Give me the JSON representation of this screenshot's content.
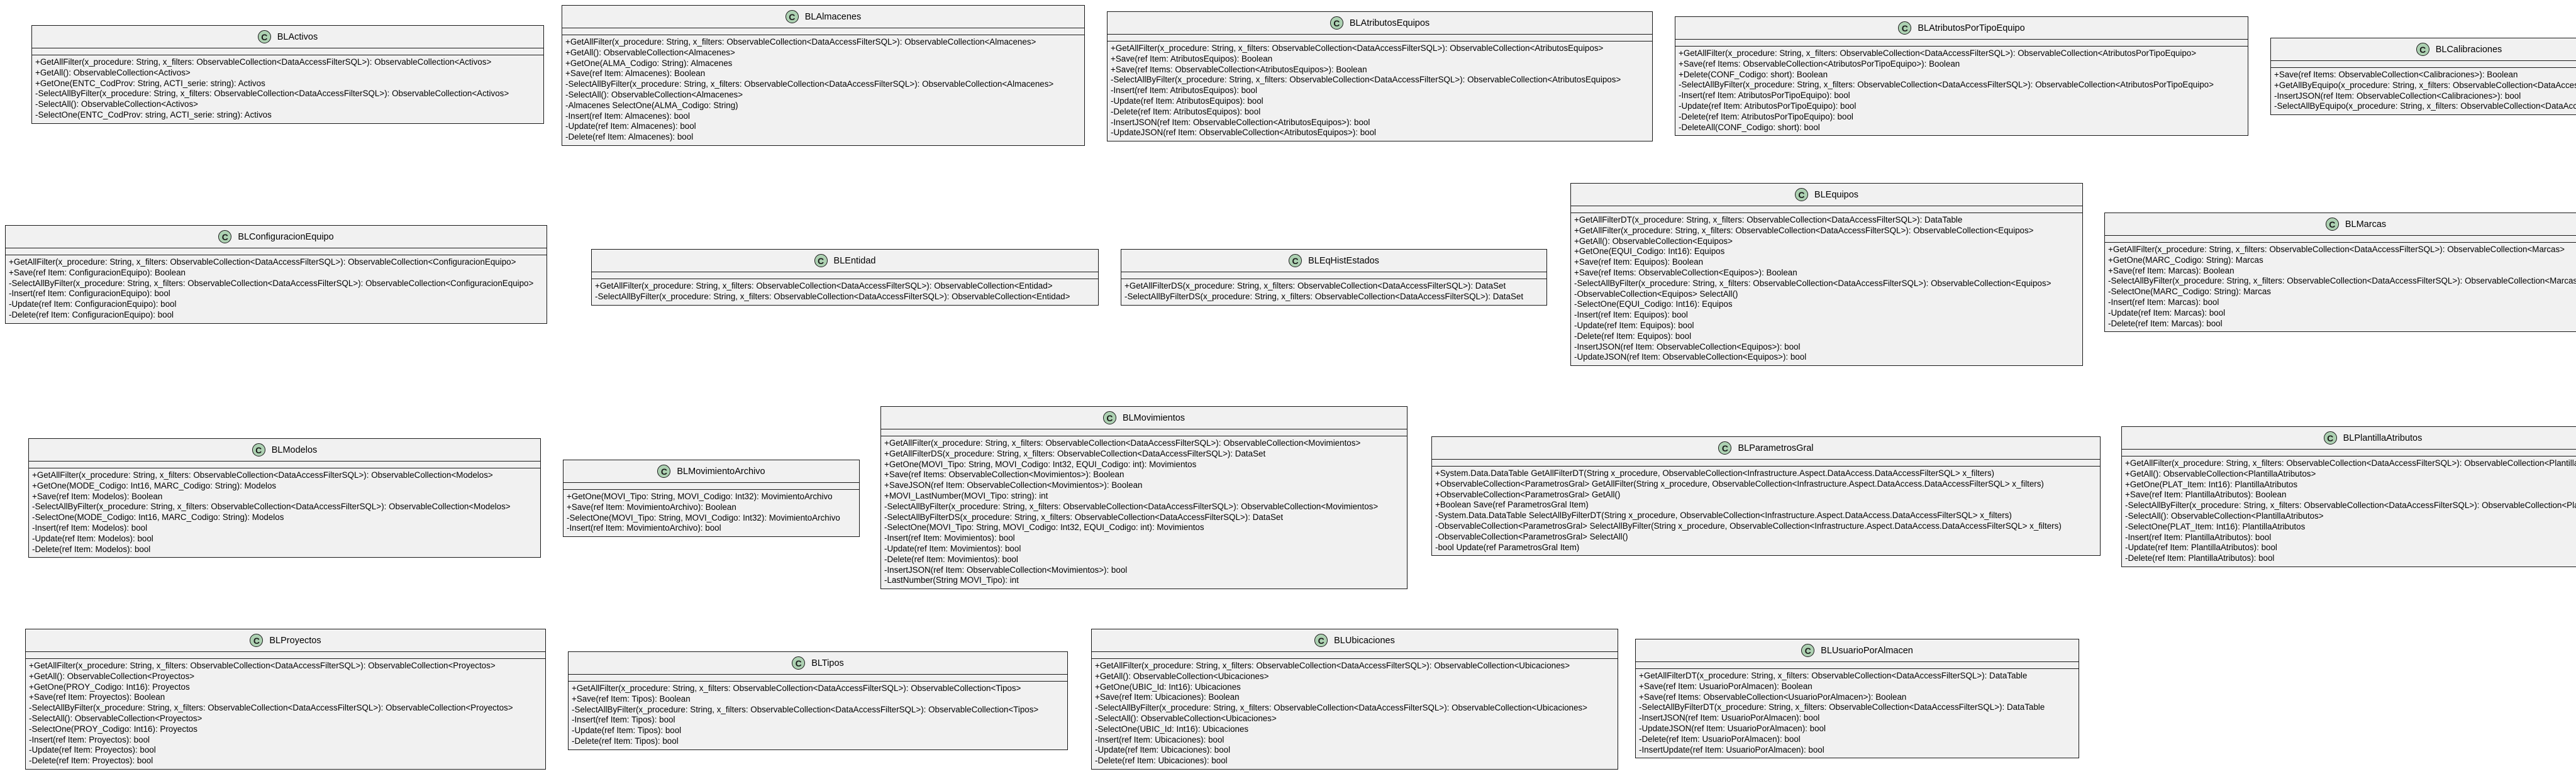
{
  "classes": [
    {
      "name": "BLActivos",
      "methods": [
        "+GetAllFilter(x_procedure: String, x_filters: ObservableCollection<DataAccessFilterSQL>): ObservableCollection<Activos>",
        "+GetAll(): ObservableCollection<Activos>",
        "+GetOne(ENTC_CodProv: String, ACTI_serie: string): Activos",
        "-SelectAllByFilter(x_procedure: String, x_filters: ObservableCollection<DataAccessFilterSQL>): ObservableCollection<Activos>",
        "-SelectAll(): ObservableCollection<Activos>",
        "-SelectOne(ENTC_CodProv: string, ACTI_serie: string): Activos"
      ]
    },
    {
      "name": "BLAlmacenes",
      "methods": [
        "+GetAllFilter(x_procedure: String, x_filters: ObservableCollection<DataAccessFilterSQL>): ObservableCollection<Almacenes>",
        "+GetAll(): ObservableCollection<Almacenes>",
        "+GetOne(ALMA_Codigo: String): Almacenes",
        "+Save(ref Item: Almacenes): Boolean",
        "-SelectAllByFilter(x_procedure: String, x_filters: ObservableCollection<DataAccessFilterSQL>): ObservableCollection<Almacenes>",
        "-SelectAll(): ObservableCollection<Almacenes>",
        "-Almacenes SelectOne(ALMA_Codigo: String)",
        "-Insert(ref Item: Almacenes): bool",
        "-Update(ref Item: Almacenes): bool",
        "-Delete(ref Item: Almacenes): bool"
      ]
    },
    {
      "name": "BLAtributosEquipos",
      "methods": [
        "+GetAllFilter(x_procedure: String, x_filters: ObservableCollection<DataAccessFilterSQL>): ObservableCollection<AtributosEquipos>",
        "+Save(ref Item: AtributosEquipos): Boolean",
        "+Save(ref Items: ObservableCollection<AtributosEquipos>): Boolean",
        "-SelectAllByFilter(x_procedure: String, x_filters: ObservableCollection<DataAccessFilterSQL>): ObservableCollection<AtributosEquipos>",
        "-Insert(ref Item: AtributosEquipos): bool",
        "-Update(ref Item: AtributosEquipos): bool",
        "-Delete(ref Item: AtributosEquipos): bool",
        "-InsertJSON(ref Item: ObservableCollection<AtributosEquipos>): bool",
        "-UpdateJSON(ref Item: ObservableCollection<AtributosEquipos>): bool"
      ]
    },
    {
      "name": "BLAtributosPorTipoEquipo",
      "methods": [
        "+GetAllFilter(x_procedure: String, x_filters: ObservableCollection<DataAccessFilterSQL>): ObservableCollection<AtributosPorTipoEquipo>",
        "+Save(ref Items: ObservableCollection<AtributosPorTipoEquipo>): Boolean",
        "+Delete(CONF_Codigo: short): Boolean",
        "-SelectAllByFilter(x_procedure: String, x_filters: ObservableCollection<DataAccessFilterSQL>): ObservableCollection<AtributosPorTipoEquipo>",
        "-Insert(ref Item: AtributosPorTipoEquipo): bool",
        "-Update(ref Item: AtributosPorTipoEquipo): bool",
        "-Delete(ref Item: AtributosPorTipoEquipo): bool",
        "-DeleteAll(CONF_Codigo: short): bool"
      ]
    },
    {
      "name": "BLCalibraciones",
      "methods": [
        "+Save(ref Items: ObservableCollection<Calibraciones>): Boolean",
        "+GetAllByEquipo(x_procedure: String, x_filters: ObservableCollection<DataAccessFilterSQL>): ObservableCollection<Calibraciones>",
        "-InsertJSON(ref Item: ObservableCollection<Calibraciones>): bool",
        "-SelectAllByEquipo(x_procedure: String, x_filters: ObservableCollection<DataAccessFilterSQL>): ObservableCollection<Calibraciones>"
      ]
    },
    {
      "name": "BLConfiguracionEquipo",
      "methods": [
        "+GetAllFilter(x_procedure: String, x_filters: ObservableCollection<DataAccessFilterSQL>): ObservableCollection<ConfiguracionEquipo>",
        "+Save(ref Item: ConfiguracionEquipo): Boolean",
        "-SelectAllByFilter(x_procedure: String, x_filters: ObservableCollection<DataAccessFilterSQL>): ObservableCollection<ConfiguracionEquipo>",
        "-Insert(ref Item: ConfiguracionEquipo): bool",
        "-Update(ref Item: ConfiguracionEquipo): bool",
        "-Delete(ref Item: ConfiguracionEquipo): bool"
      ]
    },
    {
      "name": "BLEntidad",
      "methods": [
        "+GetAllFilter(x_procedure: String, x_filters: ObservableCollection<DataAccessFilterSQL>): ObservableCollection<Entidad>",
        "-SelectAllByFilter(x_procedure: String, x_filters: ObservableCollection<DataAccessFilterSQL>): ObservableCollection<Entidad>"
      ]
    },
    {
      "name": "BLEqHistEstados",
      "methods": [
        "+GetAllFilterDS(x_procedure: String, x_filters: ObservableCollection<DataAccessFilterSQL>): DataSet",
        "-SelectAllByFilterDS(x_procedure: String, x_filters: ObservableCollection<DataAccessFilterSQL>): DataSet"
      ]
    },
    {
      "name": "BLEquipos",
      "methods": [
        "+GetAllFilterDT(x_procedure: String, x_filters: ObservableCollection<DataAccessFilterSQL>): DataTable",
        "+GetAllFilter(x_procedure: String, x_filters: ObservableCollection<DataAccessFilterSQL>): ObservableCollection<Equipos>",
        "+GetAll(): ObservableCollection<Equipos>",
        "+GetOne(EQUI_Codigo: Int16): Equipos",
        "+Save(ref Item: Equipos): Boolean",
        "+Save(ref Items: ObservableCollection<Equipos>): Boolean",
        "-SelectAllByFilter(x_procedure: String, x_filters: ObservableCollection<DataAccessFilterSQL>): ObservableCollection<Equipos>",
        "-ObservableCollection<Equipos> SelectAll()",
        "-SelectOne(EQUI_Codigo: Int16): Equipos",
        "-Insert(ref Item: Equipos): bool",
        "-Update(ref Item: Equipos): bool",
        "-Delete(ref Item: Equipos): bool",
        "-InsertJSON(ref Item: ObservableCollection<Equipos>): bool",
        "-UpdateJSON(ref Item: ObservableCollection<Equipos>): bool"
      ]
    },
    {
      "name": "BLMarcas",
      "methods": [
        "+GetAllFilter(x_procedure: String, x_filters: ObservableCollection<DataAccessFilterSQL>): ObservableCollection<Marcas>",
        "+GetOne(MARC_Codigo: String): Marcas",
        "+Save(ref Item: Marcas): Boolean",
        "-SelectAllByFilter(x_procedure: String, x_filters: ObservableCollection<DataAccessFilterSQL>): ObservableCollection<Marcas>",
        "-SelectOne(MARC_Codigo: String): Marcas",
        "-Insert(ref Item: Marcas): bool",
        "-Update(ref Item: Marcas): bool",
        "-Delete(ref Item: Marcas): bool"
      ]
    },
    {
      "name": "BLModelos",
      "methods": [
        "+GetAllFilter(x_procedure: String, x_filters: ObservableCollection<DataAccessFilterSQL>): ObservableCollection<Modelos>",
        "+GetOne(MODE_Codigo: Int16, MARC_Codigo: String): Modelos",
        "+Save(ref Item: Modelos): Boolean",
        "-SelectAllByFilter(x_procedure: String, x_filters: ObservableCollection<DataAccessFilterSQL>): ObservableCollection<Modelos>",
        "-SelectOne(MODE_Codigo: Int16, MARC_Codigo: String): Modelos",
        "-Insert(ref Item: Modelos): bool",
        "-Update(ref Item: Modelos): bool",
        "-Delete(ref Item: Modelos): bool"
      ]
    },
    {
      "name": "BLMovimientoArchivo",
      "methods": [
        "+GetOne(MOVI_Tipo: String, MOVI_Codigo: Int32): MovimientoArchivo",
        "+Save(ref Item: MovimientoArchivo): Boolean",
        "-SelectOne(MOVI_Tipo: String, MOVI_Codigo: Int32): MovimientoArchivo",
        "-Insert(ref Item: MovimientoArchivo): bool"
      ]
    },
    {
      "name": "BLMovimientos",
      "methods": [
        "+GetAllFilter(x_procedure: String, x_filters: ObservableCollection<DataAccessFilterSQL>): ObservableCollection<Movimientos>",
        "+GetAllFilterDS(x_procedure: String, x_filters: ObservableCollection<DataAccessFilterSQL>): DataSet",
        "+GetOne(MOVI_Tipo: String, MOVI_Codigo: Int32, EQUI_Codigo: int): Movimientos",
        "+Save(ref Items: ObservableCollection<Movimientos>): Boolean",
        "+SaveJSON(ref Item: ObservableCollection<Movimientos>): Boolean",
        "+MOVI_LastNumber(MOVI_Tipo: string): int",
        "-SelectAllByFilter(x_procedure: String, x_filters: ObservableCollection<DataAccessFilterSQL>): ObservableCollection<Movimientos>",
        "-SelectAllByFilterDS(x_procedure: String, x_filters: ObservableCollection<DataAccessFilterSQL>): DataSet",
        "-SelectOne(MOVI_Tipo: String, MOVI_Codigo: Int32, EQUI_Codigo: int): Movimientos",
        "-Insert(ref Item: Movimientos): bool",
        "-Update(ref Item: Movimientos): bool",
        "-Delete(ref Item: Movimientos): bool",
        "-InsertJSON(ref Item: ObservableCollection<Movimientos>): bool",
        "-LastNumber(String MOVI_Tipo): int"
      ]
    },
    {
      "name": "BLParametrosGral",
      "methods": [
        "+System.Data.DataTable GetAllFilterDT(String x_procedure, ObservableCollection<Infrastructure.Aspect.DataAccess.DataAccessFilterSQL> x_filters)",
        "+ObservableCollection<ParametrosGral> GetAllFilter(String x_procedure, ObservableCollection<Infrastructure.Aspect.DataAccess.DataAccessFilterSQL> x_filters)",
        "+ObservableCollection<ParametrosGral> GetAll()",
        "+Boolean Save(ref ParametrosGral Item)",
        "-System.Data.DataTable SelectAllByFilterDT(String x_procedure, ObservableCollection<Infrastructure.Aspect.DataAccess.DataAccessFilterSQL> x_filters)",
        "-ObservableCollection<ParametrosGral> SelectAllByFilter(String x_procedure, ObservableCollection<Infrastructure.Aspect.DataAccess.DataAccessFilterSQL> x_filters)",
        "-ObservableCollection<ParametrosGral> SelectAll()",
        "-bool Update(ref ParametrosGral Item)"
      ]
    },
    {
      "name": "BLPlantillaAtributos",
      "methods": [
        "+GetAllFilter(x_procedure: String, x_filters: ObservableCollection<DataAccessFilterSQL>): ObservableCollection<PlantillaAtributos>",
        "+GetAll(): ObservableCollection<PlantillaAtributos>",
        "+GetOne(PLAT_Item: Int16): PlantillaAtributos",
        "+Save(ref Item: PlantillaAtributos): Boolean",
        "-SelectAllByFilter(x_procedure: String, x_filters: ObservableCollection<DataAccessFilterSQL>): ObservableCollection<PlantillaAtributos>",
        "-SelectAll(): ObservableCollection<PlantillaAtributos>",
        "-SelectOne(PLAT_Item: Int16): PlantillaAtributos",
        "-Insert(ref Item: PlantillaAtributos): bool",
        "-Update(ref Item: PlantillaAtributos): bool",
        "-Delete(ref Item: PlantillaAtributos): bool"
      ]
    },
    {
      "name": "BLProyectos",
      "methods": [
        "+GetAllFilter(x_procedure: String, x_filters: ObservableCollection<DataAccessFilterSQL>): ObservableCollection<Proyectos>",
        "+GetAll(): ObservableCollection<Proyectos>",
        "+GetOne(PROY_Codigo: Int16): Proyectos",
        "+Save(ref Item: Proyectos): Boolean",
        "-SelectAllByFilter(x_procedure: String, x_filters: ObservableCollection<DataAccessFilterSQL>): ObservableCollection<Proyectos>",
        "-SelectAll(): ObservableCollection<Proyectos>",
        "-SelectOne(PROY_Codigo: Int16): Proyectos",
        "-Insert(ref Item: Proyectos): bool",
        "-Update(ref Item: Proyectos): bool",
        "-Delete(ref Item: Proyectos): bool"
      ]
    },
    {
      "name": "BLTipos",
      "methods": [
        "+GetAllFilter(x_procedure: String, x_filters: ObservableCollection<DataAccessFilterSQL>): ObservableCollection<Tipos>",
        "+Save(ref Item: Tipos): Boolean",
        "-SelectAllByFilter(x_procedure: String, x_filters: ObservableCollection<DataAccessFilterSQL>): ObservableCollection<Tipos>",
        "-Insert(ref Item: Tipos): bool",
        "-Update(ref Item: Tipos): bool",
        "-Delete(ref Item: Tipos): bool"
      ]
    },
    {
      "name": "BLUbicaciones",
      "methods": [
        "+GetAllFilter(x_procedure: String, x_filters: ObservableCollection<DataAccessFilterSQL>): ObservableCollection<Ubicaciones>",
        "+GetAll(): ObservableCollection<Ubicaciones>",
        "+GetOne(UBIC_Id: Int16): Ubicaciones",
        "+Save(ref Item: Ubicaciones): Boolean",
        "-SelectAllByFilter(x_procedure: String, x_filters: ObservableCollection<DataAccessFilterSQL>): ObservableCollection<Ubicaciones>",
        "-SelectAll(): ObservableCollection<Ubicaciones>",
        "-SelectOne(UBIC_Id: Int16): Ubicaciones",
        "-Insert(ref Item: Ubicaciones): bool",
        "-Update(ref Item: Ubicaciones): bool",
        "-Delete(ref Item: Ubicaciones): bool"
      ]
    },
    {
      "name": "BLUsuarioPorAlmacen",
      "methods": [
        "+GetAllFilterDT(x_procedure: String, x_filters: ObservableCollection<DataAccessFilterSQL>): DataTable",
        "+Save(ref Item: UsuarioPorAlmacen): Boolean",
        "+Save(ref Items: ObservableCollection<UsuarioPorAlmacen>): Boolean",
        "-SelectAllByFilterDT(x_procedure: String, x_filters: ObservableCollection<DataAccessFilterSQL>): DataTable",
        "-InsertJSON(ref Item: UsuarioPorAlmacen): bool",
        "-UpdateJSON(ref Item: UsuarioPorAlmacen): bool",
        "-Delete(ref Item: UsuarioPorAlmacen): bool",
        "-InsertUpdate(ref Item: UsuarioPorAlmacen): bool"
      ]
    }
  ],
  "class_badge": {
    "letter": "C",
    "color": "#add1b2"
  }
}
